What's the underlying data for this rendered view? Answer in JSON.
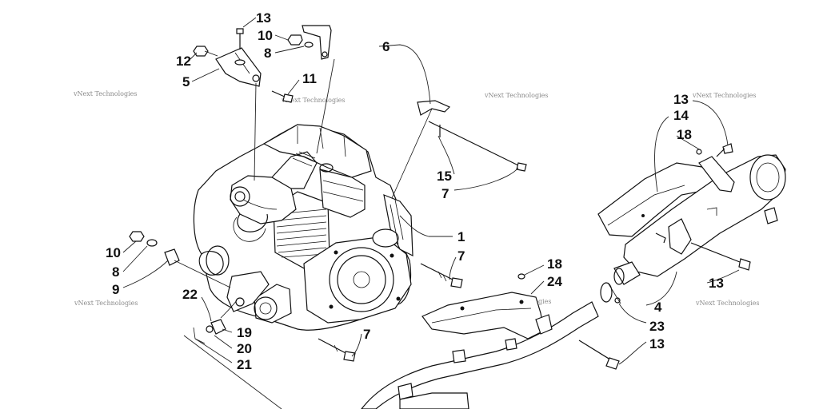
{
  "diagram": {
    "watermark": "vNext Technologies",
    "callouts": [
      "13",
      "10",
      "8",
      "12",
      "5",
      "11",
      "6",
      "15",
      "7",
      "1",
      "7",
      "10",
      "8",
      "9",
      "22",
      "19",
      "20",
      "21",
      "7",
      "18",
      "24",
      "13",
      "14",
      "18",
      "13",
      "4",
      "23",
      "13"
    ]
  }
}
